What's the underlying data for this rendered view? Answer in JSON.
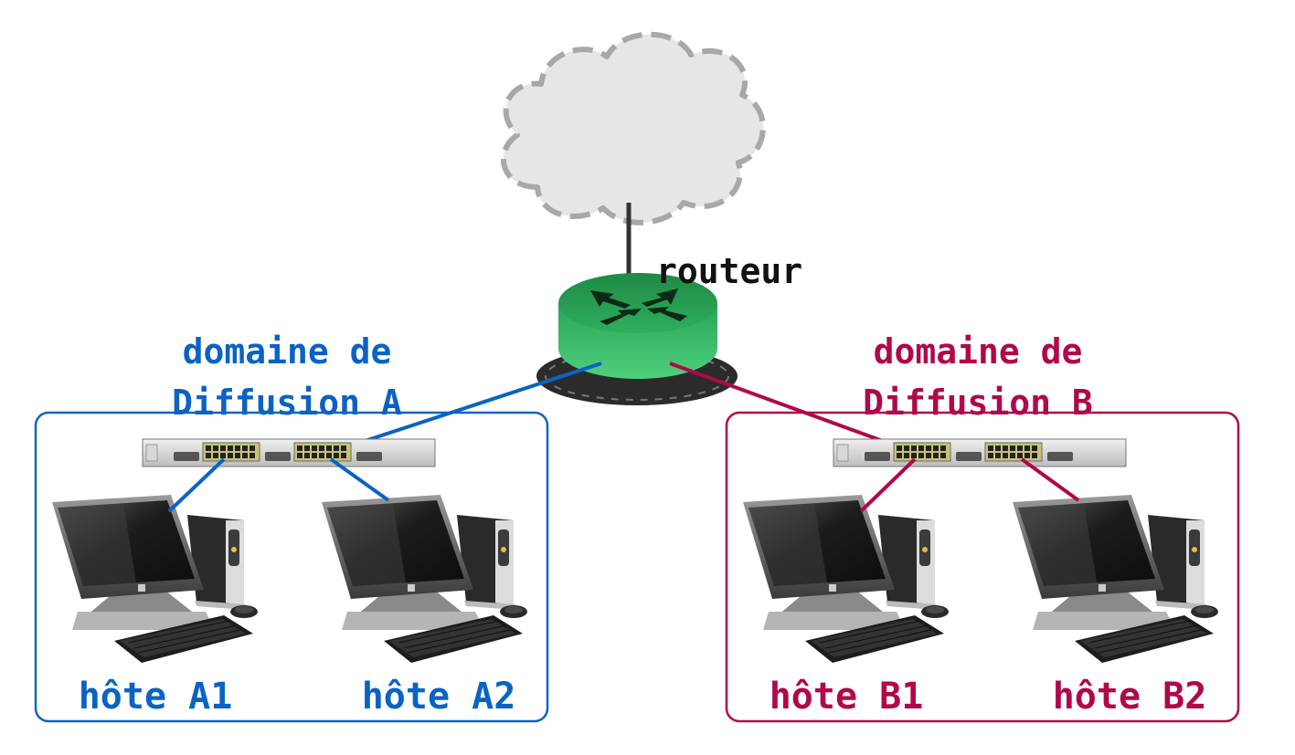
{
  "router": {
    "label": "routeur"
  },
  "colors": {
    "domain_a": "#0a63c4",
    "domain_b": "#b0084a",
    "router_green": "#2fa35a",
    "cloud_fill": "#e6e6e6",
    "cloud_stroke": "#a8a8a8",
    "uplink": "#333333"
  },
  "domains": [
    {
      "line1": "domaine de",
      "line2": "Diffusion A",
      "hosts": [
        {
          "label": "hôte A1"
        },
        {
          "label": "hôte A2"
        }
      ]
    },
    {
      "line1": "domaine de",
      "line2": "Diffusion B",
      "hosts": [
        {
          "label": "hôte B1"
        },
        {
          "label": "hôte B2"
        }
      ]
    }
  ]
}
